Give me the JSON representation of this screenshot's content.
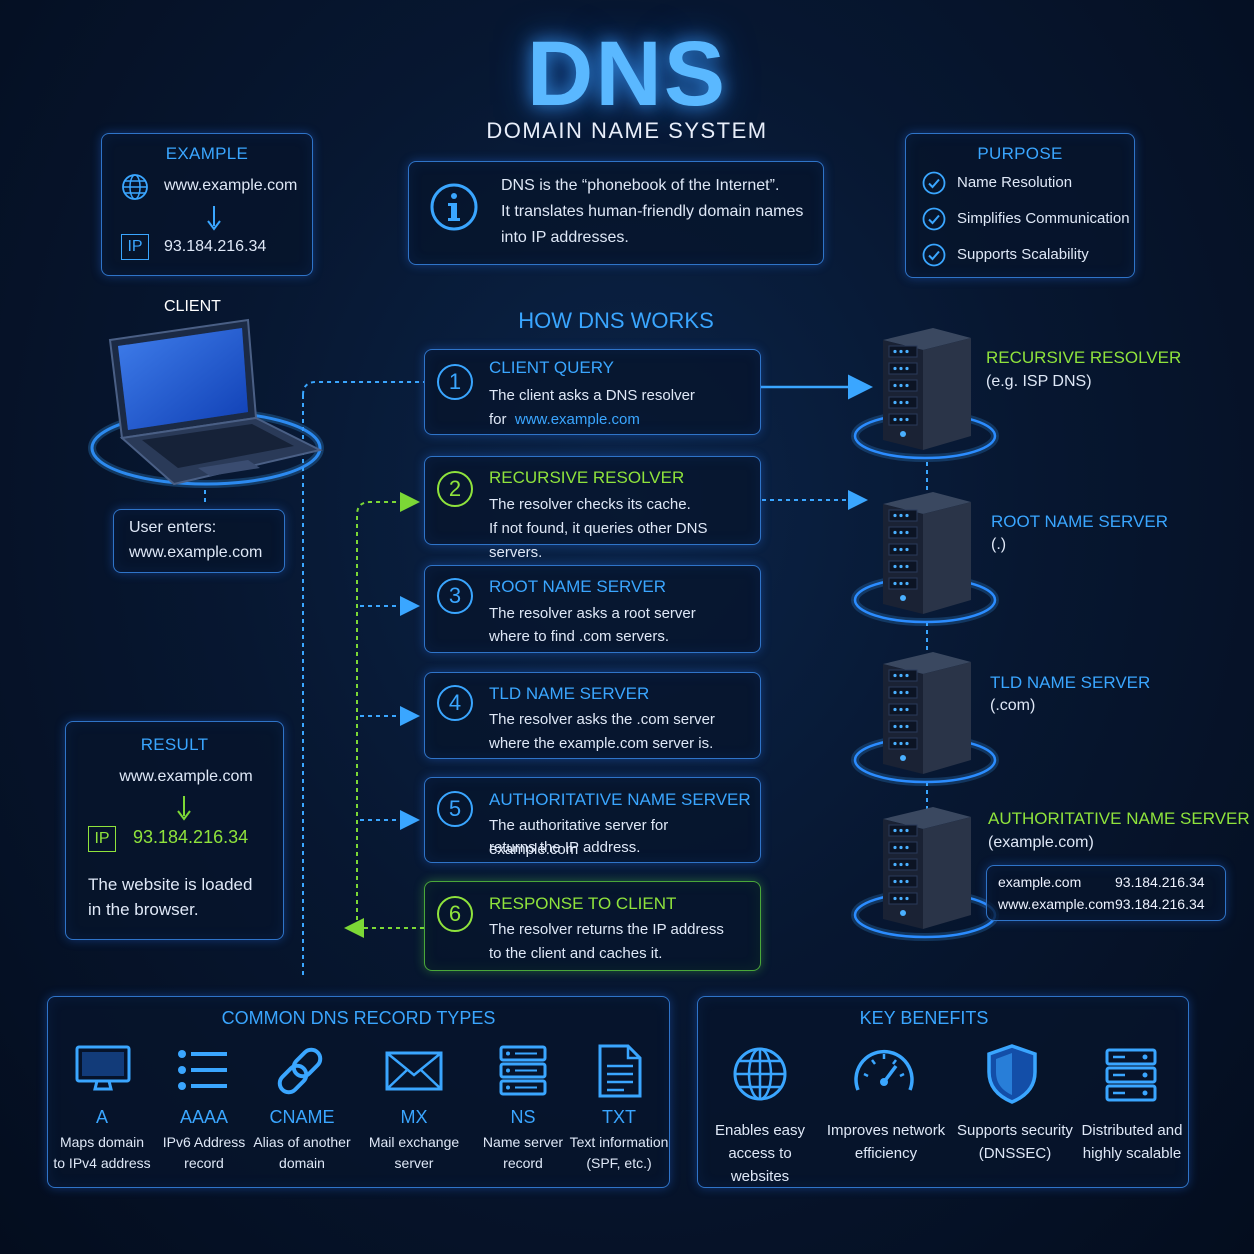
{
  "header": {
    "title": "DNS",
    "subtitle": "DOMAIN NAME SYSTEM"
  },
  "example": {
    "heading": "EXAMPLE",
    "domain": "www.example.com",
    "ip_tag": "IP",
    "ip": "93.184.216.34"
  },
  "info": {
    "lines": [
      "DNS is the “phonebook of the Internet”.",
      "It translates human-friendly domain names",
      "into IP addresses."
    ]
  },
  "purpose": {
    "heading": "PURPOSE",
    "items": [
      "Name Resolution",
      "Simplifies Communication",
      "Supports Scalability"
    ]
  },
  "client": {
    "label": "CLIENT",
    "user_lines": [
      "User enters:",
      "www.example.com"
    ]
  },
  "how": {
    "heading": "HOW DNS WORKS",
    "steps": [
      {
        "num": "1",
        "title": "CLIENT QUERY",
        "line1": "The client asks a DNS resolver",
        "line2_prefix": "for",
        "line2_link": "www.example.com"
      },
      {
        "num": "2",
        "title": "RECURSIVE RESOLVER",
        "line1": "The resolver checks its cache.",
        "line2": "If not found, it queries other DNS servers."
      },
      {
        "num": "3",
        "title": "ROOT NAME SERVER",
        "line1": "The resolver asks a root server",
        "line2": "where to find .com servers."
      },
      {
        "num": "4",
        "title": "TLD NAME SERVER",
        "line1": "The resolver asks the .com server",
        "line2": "where the example.com server is."
      },
      {
        "num": "5",
        "title": "AUTHORITATIVE NAME SERVER",
        "line1": "The authoritative server for example.com",
        "line2": "returns the IP address."
      },
      {
        "num": "6",
        "title": "RESPONSE TO CLIENT",
        "line1": "The resolver returns the IP address",
        "line2": "to the client and caches it."
      }
    ]
  },
  "servers": [
    {
      "name": "RECURSIVE RESOLVER",
      "sub": "(e.g. ISP DNS)"
    },
    {
      "name": "ROOT NAME SERVER",
      "sub": "(.)"
    },
    {
      "name": "TLD NAME SERVER",
      "sub": "(.com)"
    },
    {
      "name": "AUTHORITATIVE NAME SERVER",
      "sub": "(example.com)"
    }
  ],
  "zone_records": [
    {
      "domain": "example.com",
      "ip": "93.184.216.34"
    },
    {
      "domain": "www.example.com",
      "ip": "93.184.216.34"
    }
  ],
  "result": {
    "heading": "RESULT",
    "domain": "www.example.com",
    "ip_tag": "IP",
    "ip": "93.184.216.34",
    "lines": [
      "The website is loaded",
      "in the browser."
    ]
  },
  "records": {
    "heading": "COMMON DNS RECORD TYPES",
    "items": [
      {
        "icon": "monitor-icon",
        "name": "A",
        "desc": [
          "Maps domain",
          "to IPv4 address"
        ]
      },
      {
        "icon": "list-icon",
        "name": "AAAA",
        "desc": [
          "IPv6 Address",
          "record"
        ]
      },
      {
        "icon": "link-icon",
        "name": "CNAME",
        "desc": [
          "Alias of another",
          "domain"
        ]
      },
      {
        "icon": "mail-icon",
        "name": "MX",
        "desc": [
          "Mail exchange",
          "server"
        ]
      },
      {
        "icon": "server-icon",
        "name": "NS",
        "desc": [
          "Name server",
          "record"
        ]
      },
      {
        "icon": "document-icon",
        "name": "TXT",
        "desc": [
          "Text information",
          "(SPF, etc.)"
        ]
      }
    ]
  },
  "benefits": {
    "heading": "KEY BENEFITS",
    "items": [
      {
        "icon": "globe-icon",
        "desc": [
          "Enables easy",
          "access to websites"
        ]
      },
      {
        "icon": "speedometer-icon",
        "desc": [
          "Improves network",
          "efficiency"
        ]
      },
      {
        "icon": "shield-icon",
        "desc": [
          "Supports security",
          "(DNSSEC)"
        ]
      },
      {
        "icon": "server-stack-icon",
        "desc": [
          "Distributed and",
          "highly scalable"
        ]
      }
    ]
  },
  "colors": {
    "accent_blue": "#3aa6ff",
    "accent_green": "#8fe33c",
    "background": "#061530"
  }
}
